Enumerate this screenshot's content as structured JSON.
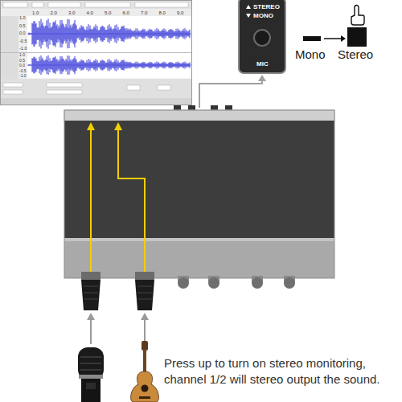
{
  "diagram": {
    "caption": "Press up to turn on stereo monitoring, channel 1/2 will stereo output the sound.",
    "nodes": [
      {
        "text": [
          "STEREO",
          "MONO",
          "MIC"
        ]
      }
    ],
    "labels": [
      "Mono",
      "Stereo",
      "1.0",
      "2.0",
      "3.0",
      "4.0",
      "5.0",
      "6.0",
      "7.0",
      "8.0",
      "9.0",
      "1.0",
      "0.5",
      "0.0",
      "-0.5",
      "-1.0",
      "1.0",
      "0.5",
      "0.0",
      "-0.5",
      "-1.0"
    ]
  }
}
